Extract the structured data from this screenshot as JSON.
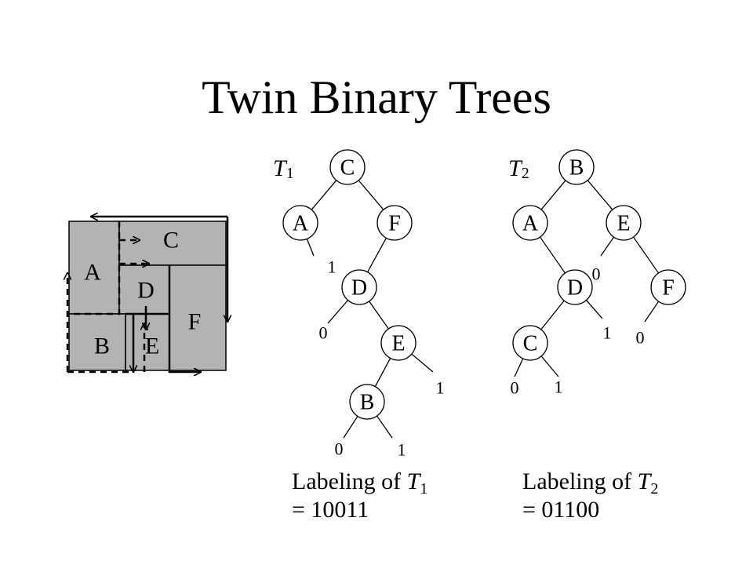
{
  "slide": {
    "title": "Twin Binary Trees"
  },
  "floorplan": {
    "rooms": [
      {
        "id": "A",
        "label": "A"
      },
      {
        "id": "C",
        "label": "C"
      },
      {
        "id": "D",
        "label": "D"
      },
      {
        "id": "F",
        "label": "F"
      },
      {
        "id": "B",
        "label": "B"
      },
      {
        "id": "E",
        "label": "E"
      }
    ],
    "fill_color": "#b3b3b3",
    "stroke_color": "#000000"
  },
  "trees": [
    {
      "id": "T1",
      "name_letter": "T",
      "name_sub": "1",
      "nodes": [
        {
          "id": "C",
          "label": "C"
        },
        {
          "id": "A",
          "label": "A"
        },
        {
          "id": "F",
          "label": "F"
        },
        {
          "id": "D",
          "label": "D"
        },
        {
          "id": "E",
          "label": "E"
        },
        {
          "id": "B",
          "label": "B"
        }
      ],
      "edges": [
        {
          "from": "C",
          "to": "A"
        },
        {
          "from": "C",
          "to": "F"
        },
        {
          "from": "F",
          "to": "D"
        },
        {
          "from": "D",
          "to": "E"
        },
        {
          "from": "E",
          "to": "B"
        }
      ],
      "leaves": [
        {
          "parent": "A",
          "bit": "1"
        },
        {
          "parent": "D",
          "bit": "0"
        },
        {
          "parent": "E",
          "bit": "1"
        },
        {
          "parent": "B",
          "bit": "0"
        },
        {
          "parent": "B",
          "bit": "1"
        }
      ],
      "caption": {
        "line1_prefix": "Labeling of ",
        "letter": "T",
        "sub": "1",
        "line2": "= 10011"
      }
    },
    {
      "id": "T2",
      "name_letter": "T",
      "name_sub": "2",
      "nodes": [
        {
          "id": "B",
          "label": "B"
        },
        {
          "id": "A",
          "label": "A"
        },
        {
          "id": "E",
          "label": "E"
        },
        {
          "id": "D",
          "label": "D"
        },
        {
          "id": "F",
          "label": "F"
        },
        {
          "id": "C",
          "label": "C"
        }
      ],
      "edges": [
        {
          "from": "B",
          "to": "A"
        },
        {
          "from": "B",
          "to": "E"
        },
        {
          "from": "A",
          "to": "D"
        },
        {
          "from": "E",
          "to": "F"
        },
        {
          "from": "D",
          "to": "C"
        }
      ],
      "leaves": [
        {
          "parent": "E",
          "bit": "0"
        },
        {
          "parent": "D",
          "bit": "1"
        },
        {
          "parent": "F",
          "bit": "0"
        },
        {
          "parent": "C",
          "bit": "0"
        },
        {
          "parent": "C",
          "bit": "1"
        }
      ],
      "caption": {
        "line1_prefix": "Labeling of ",
        "letter": "T",
        "sub": "2",
        "line2": "= 01100"
      }
    }
  ]
}
